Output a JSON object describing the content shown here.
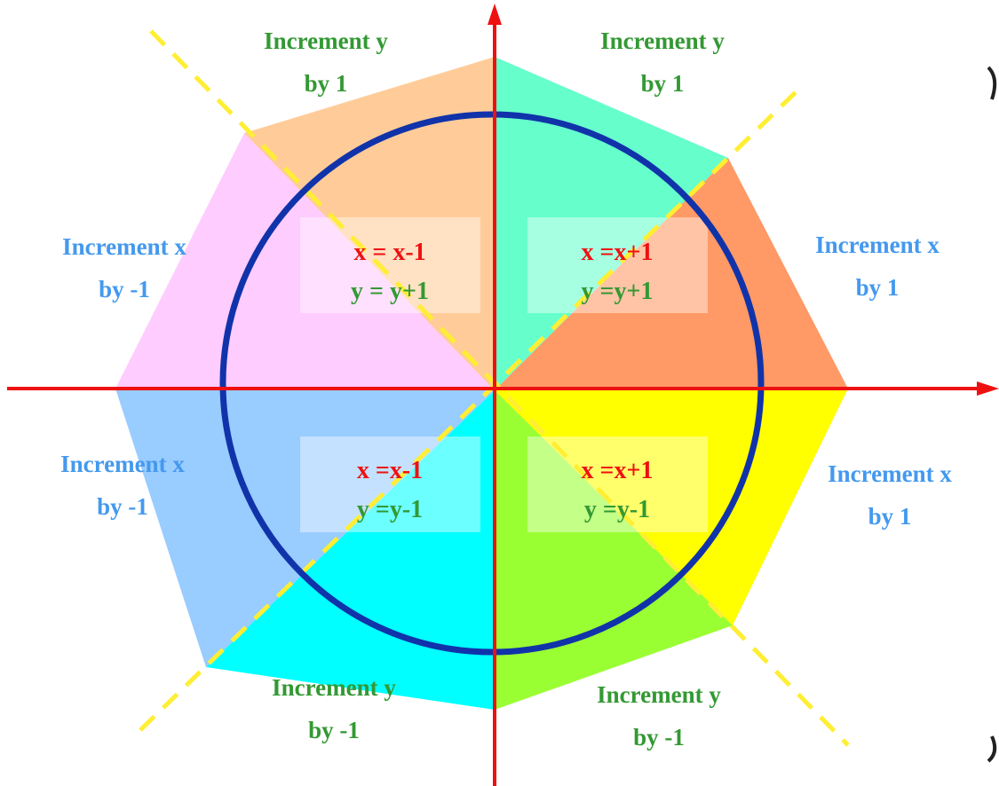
{
  "colors": {
    "octant_nne": "#66ffcc",
    "octant_ene": "#ff9966",
    "octant_ese": "#ffff00",
    "octant_sse": "#99ff33",
    "octant_ssw": "#00ffff",
    "octant_wsw": "#99ccff",
    "octant_wnw": "#ffccff",
    "octant_nnw": "#ffcc99",
    "axis": "#ee1111",
    "circle": "#1133aa",
    "diagonal": "#ffee33",
    "label_y": "#339933",
    "label_x": "#4499ee",
    "formula_x": "#ee1111",
    "formula_y": "#339933"
  },
  "octant_labels": {
    "top_left": {
      "line1": "Increment y",
      "line2": "by 1"
    },
    "top_right": {
      "line1": "Increment y",
      "line2": "by 1"
    },
    "right_upper": {
      "line1": "Increment x",
      "line2": "by 1"
    },
    "right_lower": {
      "line1": "Increment x",
      "line2": "by 1"
    },
    "bottom_right": {
      "line1": "Increment y",
      "line2": "by -1"
    },
    "bottom_left": {
      "line1": "Increment y",
      "line2": "by -1"
    },
    "left_lower": {
      "line1": "Increment x",
      "line2": "by -1"
    },
    "left_upper": {
      "line1": "Increment x",
      "line2": "by -1"
    }
  },
  "quadrants": {
    "upper_left": {
      "x_rule": "x = x-1",
      "y_rule": "y = y+1"
    },
    "upper_right": {
      "x_rule": "x =x+1",
      "y_rule": "y =y+1"
    },
    "lower_left": {
      "x_rule": "x =x-1",
      "y_rule": "y =y-1"
    },
    "lower_right": {
      "x_rule": "x =x+1",
      "y_rule": "y =y-1"
    }
  }
}
